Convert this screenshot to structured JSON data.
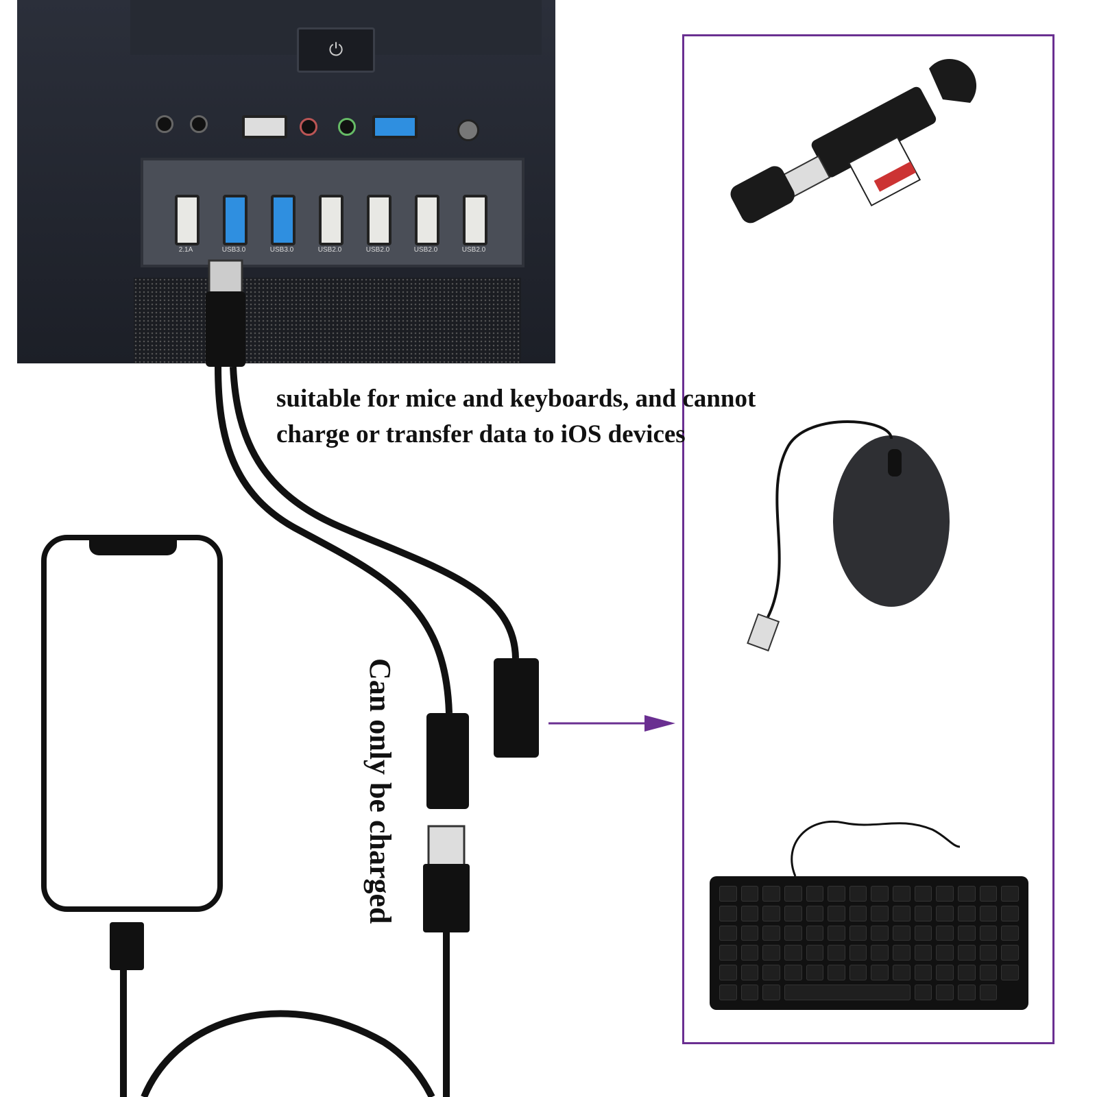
{
  "case": {
    "port_labels": [
      "2.1A",
      "USB3.0",
      "USB3.0",
      "USB2.0",
      "USB2.0",
      "USB2.0",
      "USB2.0"
    ],
    "power_icon": "power-icon"
  },
  "captions": {
    "line1": "suitable for mice and keyboards, and cannot",
    "line2": "charge or transfer data to iOS devices",
    "vertical": "Can only be charged"
  },
  "colors": {
    "frame": "#6a2f91",
    "arrow": "#6a2f91",
    "usb3": "#2f8fe0"
  }
}
